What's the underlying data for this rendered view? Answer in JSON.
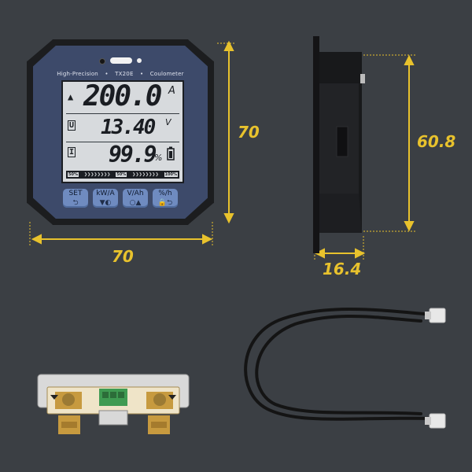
{
  "device": {
    "brand_left": "High-Precision",
    "model": "TX20E",
    "brand_right": "Coulometer",
    "current_symbol": "▲",
    "current_value": "200.0",
    "current_unit": "A",
    "voltage_symbol": "U",
    "voltage_value": "13.40",
    "voltage_unit": "V",
    "capacity_symbol": "I",
    "capacity_value": "99.9",
    "capacity_unit": "%",
    "progress_labels": [
      "50%",
      "50%",
      "100%"
    ],
    "buttons": [
      {
        "label": "SET",
        "sub": "⮌"
      },
      {
        "label": "kW/A",
        "sub": "▼◐"
      },
      {
        "label": "V/Ah",
        "sub": "○▲"
      },
      {
        "label": "%/h",
        "sub": "🔒⮌"
      }
    ]
  },
  "dimensions": {
    "width": "70",
    "height": "70",
    "side_height": "60.8",
    "depth": "16.4"
  },
  "colors": {
    "background": "#3b3f44",
    "dimension_yellow": "#e8c22d",
    "face": "#3d4a6a",
    "lcd": "#d7dadd",
    "button": "#6f8bc0"
  }
}
